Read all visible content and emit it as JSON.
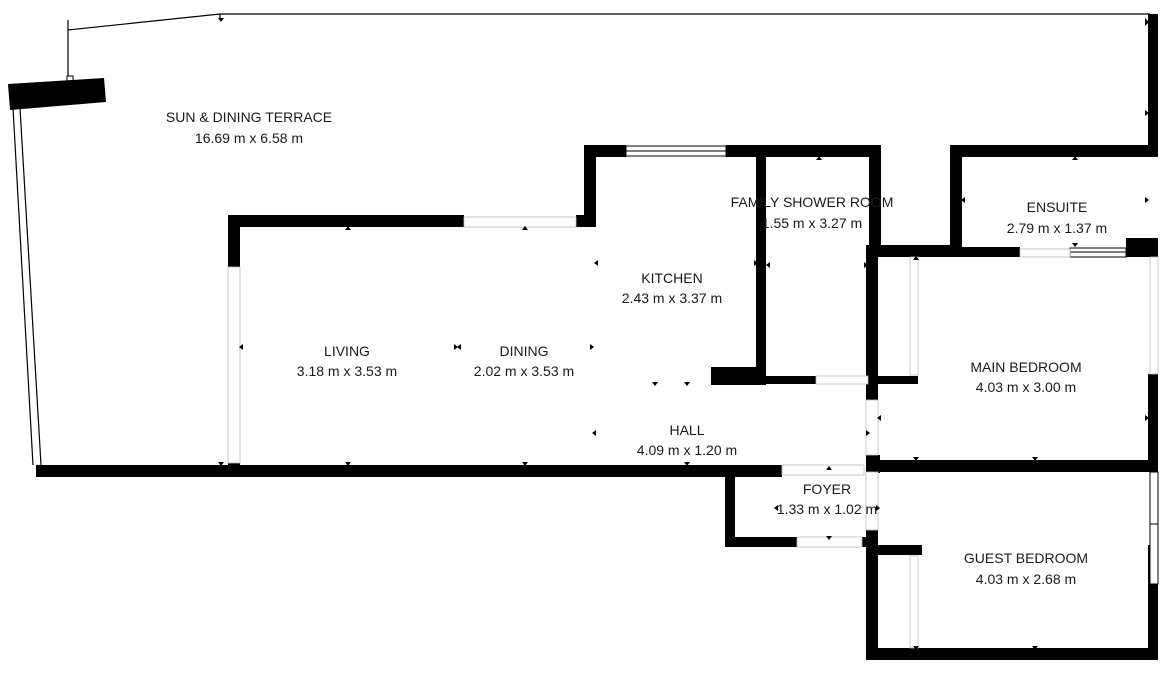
{
  "plan": {
    "rooms": [
      {
        "id": "terrace",
        "name": "SUN & DINING TERRACE",
        "size": "16.69 m x 6.58 m"
      },
      {
        "id": "living",
        "name": "LIVING",
        "size": "3.18 m x 3.53 m"
      },
      {
        "id": "dining",
        "name": "DINING",
        "size": "2.02 m x 3.53 m"
      },
      {
        "id": "kitchen",
        "name": "KITCHEN",
        "size": "2.43 m x 3.37 m"
      },
      {
        "id": "shower",
        "name": "FAMILY SHOWER ROOM",
        "size": "1.55 m x 3.27 m"
      },
      {
        "id": "ensuite",
        "name": "ENSUITE",
        "size": "2.79 m x 1.37 m"
      },
      {
        "id": "main-bedroom",
        "name": "MAIN BEDROOM",
        "size": "4.03 m x 3.00 m"
      },
      {
        "id": "hall",
        "name": "HALL",
        "size": "4.09 m x 1.20 m"
      },
      {
        "id": "foyer",
        "name": "FOYER",
        "size": "1.33 m x 1.02 m"
      },
      {
        "id": "guest-bedroom",
        "name": "GUEST BEDROOM",
        "size": "4.03 m x 2.68 m"
      }
    ]
  },
  "colors": {
    "wall": "#000000",
    "background": "#ffffff",
    "text": "#1a1a1a"
  }
}
